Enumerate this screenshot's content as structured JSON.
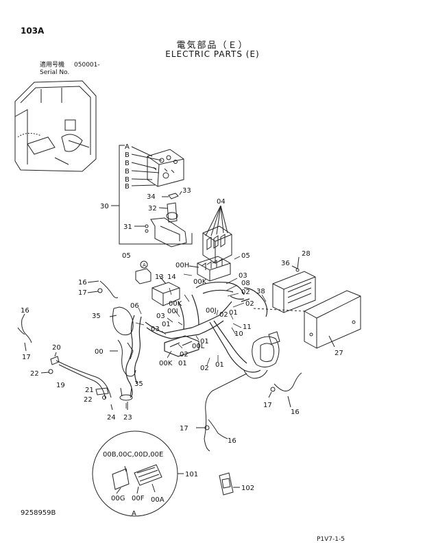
{
  "header": {
    "page_code": "103A",
    "title_jp": "電気部品（Ｅ）",
    "title_en": "ELECTRIC PARTS (E)",
    "serial_label_jp": "適用号機",
    "serial_label_en": "Serial No.",
    "serial_value": "050001-"
  },
  "callouts": {
    "c_A1": "A",
    "c_B1": "B",
    "c_B2": "B",
    "c_B3": "B",
    "c_B4": "B",
    "c_30": "30",
    "c_31": "31",
    "c_32": "32",
    "c_33": "33",
    "c_34": "34",
    "c_04": "04",
    "c_05a": "05",
    "c_05b": "05",
    "c_00H": "00H",
    "c_28": "28",
    "c_36": "36",
    "c_16a": "16",
    "c_17a": "17",
    "c_13": "13",
    "c_14": "14",
    "c_00K_a": "00K",
    "c_03a": "03",
    "c_08": "08",
    "c_02a": "02",
    "c_38": "38",
    "c_02b": "02",
    "c_06": "06",
    "c_00K_b": "00K",
    "c_00I": "00I",
    "c_03b": "03",
    "c_00J": "00J",
    "c_01a": "01",
    "c_11": "11",
    "c_10": "10",
    "c_16b": "16",
    "c_17b": "17",
    "c_35a": "35",
    "c_00": "00",
    "c_01b": "01",
    "c_00L": "00L",
    "c_02c": "02",
    "c_00K_c": "00K",
    "c_01c": "01",
    "c_02d": "02",
    "c_01d": "01",
    "c_27": "27",
    "c_20": "20",
    "c_22a": "22",
    "c_19": "19",
    "c_35b": "35",
    "c_21": "21",
    "c_22b": "22",
    "c_24": "24",
    "c_23": "23",
    "c_17c": "17",
    "c_16c": "16",
    "c_17d": "17",
    "c_16d": "16",
    "c_A2": "A",
    "c_00B": "00B,00C,00D,00E",
    "c_101": "101",
    "c_00G": "00G",
    "c_00F": "00F",
    "c_00A": "00A",
    "c_A3": "A",
    "c_102": "102",
    "c_03c": "03",
    "c_01e": "01",
    "c_02e": "02"
  },
  "footer": {
    "doc_number": "9258959B",
    "figure_id": "P1V7-1-5"
  }
}
